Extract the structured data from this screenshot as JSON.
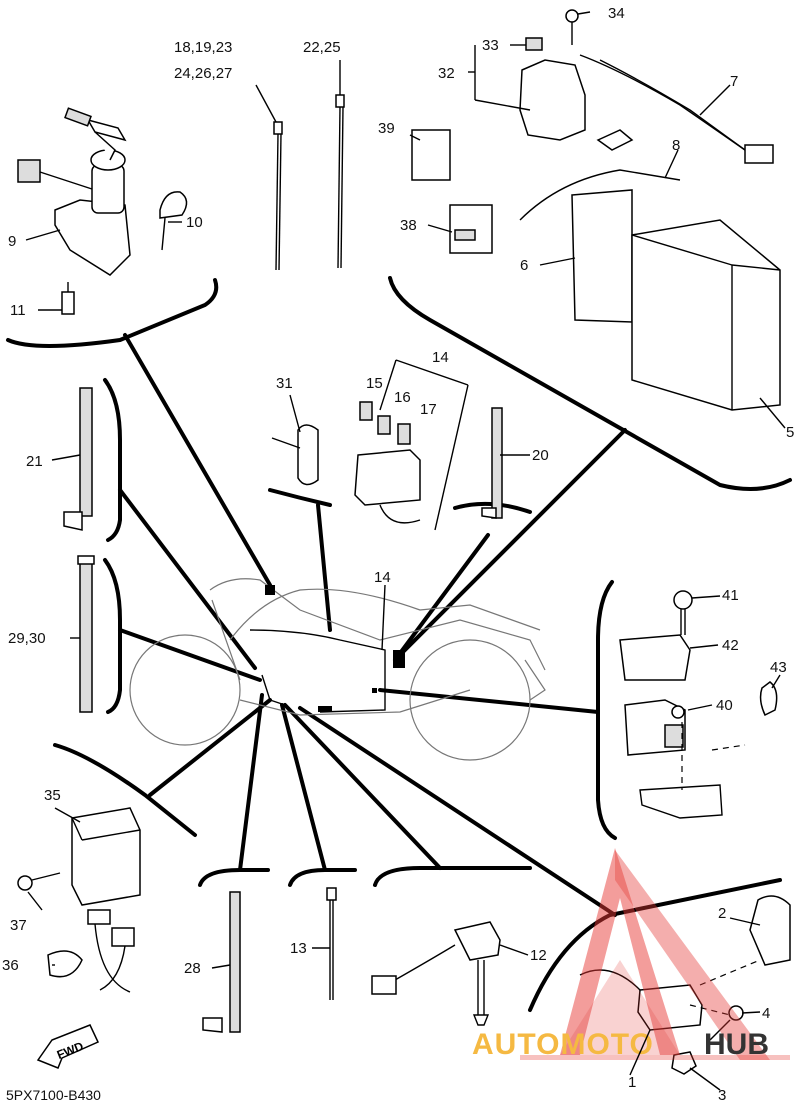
{
  "diagram": {
    "code": "5PX7100-B430",
    "fwd_label": "FWD",
    "watermark": "AUTOMOTOHUB",
    "watermark_colors": {
      "triangle": "#e53935",
      "auto": "#f5b942",
      "moto": "#f5b942",
      "hub": "#333333"
    },
    "labels": {
      "p1": "1",
      "p2": "2",
      "p3": "3",
      "p4": "4",
      "p5": "5",
      "p6": "6",
      "p7": "7",
      "p8": "8",
      "p9": "9",
      "p10": "10",
      "p11": "11",
      "p12": "12",
      "p13": "13",
      "p14a": "14",
      "p14b": "14",
      "p15": "15",
      "p16": "16",
      "p17": "17",
      "p18": "18,19,23",
      "p24": "24,26,27",
      "p20": "20",
      "p21": "21",
      "p22": "22,25",
      "p28": "28",
      "p29": "29,30",
      "p31": "31",
      "p32": "32",
      "p33": "33",
      "p34": "34",
      "p35": "35",
      "p36": "36",
      "p37": "37",
      "p38": "38",
      "p39": "39",
      "p40": "40",
      "p41": "41",
      "p42": "42",
      "p43": "43"
    }
  }
}
